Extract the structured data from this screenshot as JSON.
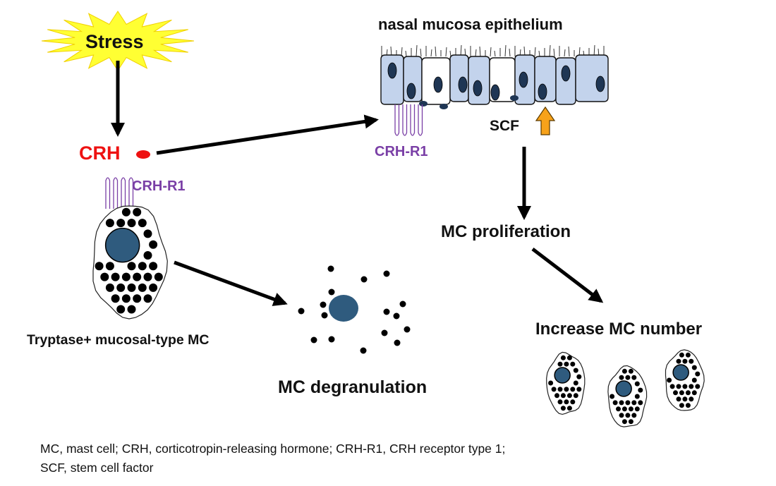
{
  "labels": {
    "stress": "Stress",
    "crh": "CRH",
    "crh_r1_left": "CRH-R1",
    "crh_r1_right": "CRH-R1",
    "epithelium": "nasal mucosa epithelium",
    "scf": "SCF",
    "mc_proliferation": "MC proliferation",
    "tryptase_mc": "Tryptase+ mucosal-type MC",
    "mc_degranulation": "MC degranulation",
    "increase_mc": "Increase MC number"
  },
  "caption": {
    "line1": "MC, mast cell; CRH, corticotropin-releasing hormone; CRH-R1, CRH receptor type 1;",
    "line2": "SCF, stem cell factor"
  },
  "colors": {
    "crh": "#ee1111",
    "receptor": "#7a3fa6",
    "nucleus": "#2f5b7e",
    "epithelial_cell": "#c3d3ec",
    "stress_burst": "#ffff33",
    "up_arrow": "#f7a21a",
    "granule": "#000000"
  }
}
